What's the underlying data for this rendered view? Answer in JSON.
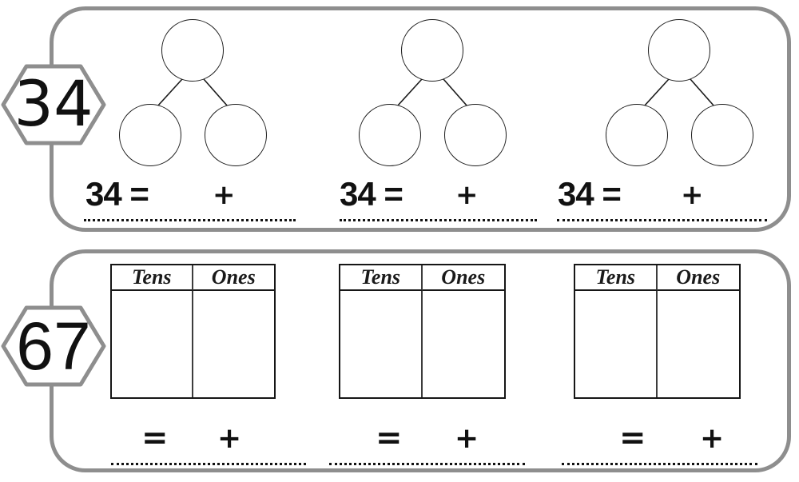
{
  "colors": {
    "panel_border": "#8e8e8e",
    "ink": "#111111",
    "table_border": "#161616",
    "background": "#ffffff"
  },
  "sections": [
    {
      "badge_number": "34",
      "bonds": [
        {
          "prefix": "34 =",
          "plus": "+"
        },
        {
          "prefix": "34 =",
          "plus": "+"
        },
        {
          "prefix": "34 =",
          "plus": "+"
        }
      ]
    },
    {
      "badge_number": "67",
      "tables": [
        {
          "col1": "Tens",
          "col2": "Ones",
          "equals": "=",
          "plus": "+"
        },
        {
          "col1": "Tens",
          "col2": "Ones",
          "equals": "=",
          "plus": "+"
        },
        {
          "col1": "Tens",
          "col2": "Ones",
          "equals": "=",
          "plus": "+"
        }
      ]
    }
  ]
}
